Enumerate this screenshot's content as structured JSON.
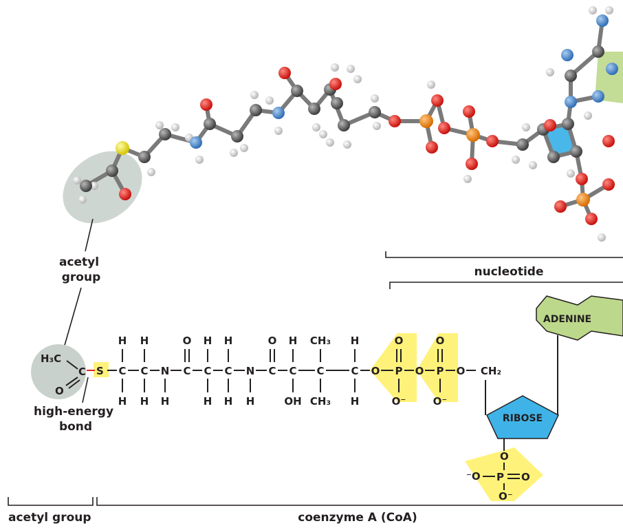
{
  "labels": {
    "acetyl_group_top": "acetyl\ngroup",
    "nucleotide": "nucleotide",
    "adenine": "ADENINE",
    "ribose": "RIBOSE",
    "high_energy_bond": "high-energy\nbond",
    "acetyl_group_bottom": "acetyl group",
    "coenzyme_a": "coenzyme A (CoA)"
  },
  "formula": {
    "acetyl_methyl": "H₃C",
    "carbonyl_o": "O",
    "sulfur": "S",
    "atoms_main": [
      "C",
      "C",
      "N",
      "C",
      "C",
      "C",
      "N",
      "C",
      "C",
      "C",
      "C",
      "O",
      "P",
      "O",
      "P",
      "O",
      "CH₂"
    ],
    "top_row": [
      "H",
      "H",
      "",
      "O",
      "H",
      "H",
      "",
      "O",
      "H",
      "CH₃",
      "H",
      "",
      "O",
      "",
      "O"
    ],
    "bottom_row": [
      "H",
      "H",
      "H",
      "",
      "H",
      "H",
      "H",
      "",
      "OH",
      "CH₃",
      "H",
      "",
      "O⁻",
      "",
      "O⁻"
    ],
    "phosphate_3": [
      "⁻O",
      "P",
      "O",
      "O⁻",
      "O"
    ]
  },
  "colors": {
    "acetyl_highlight": "#c9d1cc",
    "sulfur_highlight": "#fff27a",
    "phosphate_highlight": "#fff27a",
    "ribose_fill": "#3fb3e8",
    "adenine_fill": "#bcd98b",
    "carbon": "#5a5a5a",
    "oxygen": "#e0241b",
    "nitrogen": "#4f8fd1",
    "hydrogen": "#f2f2f2",
    "sulfur_atom": "#f2e61f",
    "phosphorus": "#f08a1d"
  }
}
